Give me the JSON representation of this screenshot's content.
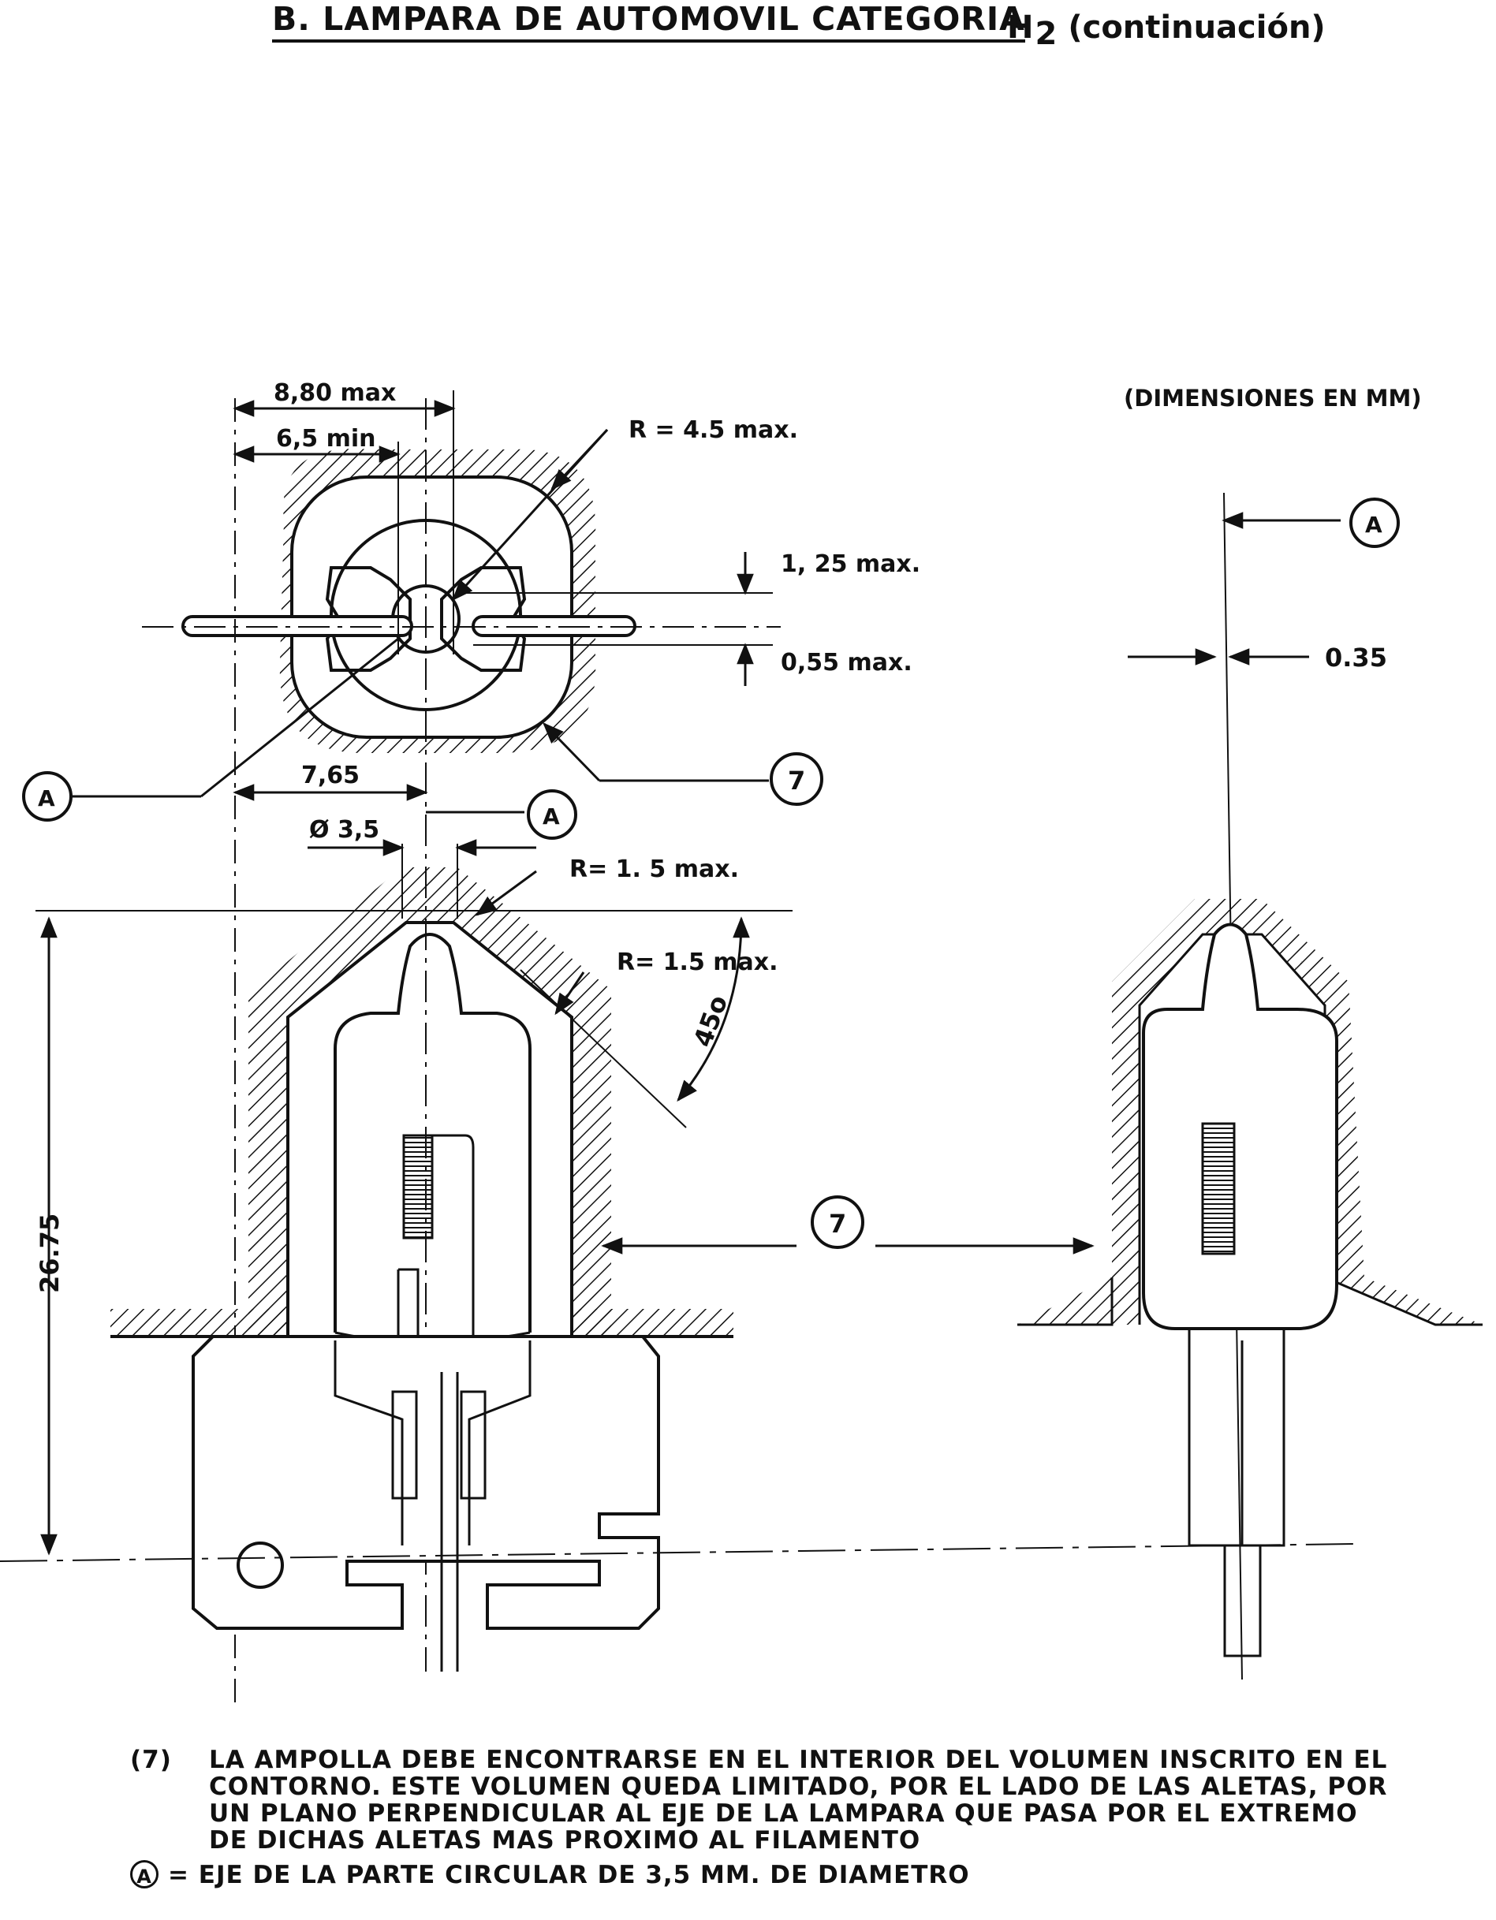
{
  "header": {
    "title": "B. LAMPARA DE AUTOMOVIL CATEGORIA",
    "title_symbol": "H",
    "title_subscript": "2",
    "title_suffix": "(continuación)"
  },
  "drawing": {
    "units_note": "(DIMENSIONES EN MM)",
    "dims": {
      "w_880": "8,80 max",
      "w_65": "6,5 min",
      "r45": "R = 4.5 max.",
      "d125": "1, 25 max.",
      "d055": "0,55 max.",
      "d765": "7,65",
      "dia35": "Ø 3,5",
      "r15a": "R= 1. 5 max.",
      "r15b": "R= 1.5 max.",
      "ang45": "45o",
      "h2675": "26.75",
      "d035": "0.35"
    },
    "callouts": {
      "A": "A",
      "seven": "7"
    }
  },
  "notes": {
    "note7_num": "(7)",
    "note7_lines": [
      "LA AMPOLLA DEBE ENCONTRARSE EN EL INTERIOR DEL VOLUMEN INSCRITO EN EL",
      "CONTORNO. ESTE VOLUMEN QUEDA LIMITADO, POR EL LADO DE LAS ALETAS, POR",
      "UN PLANO PERPENDICULAR AL EJE DE LA LAMPARA QUE PASA POR EL EXTREMO",
      "DE DICHAS ALETAS MAS PROXIMO AL FILAMENTO"
    ],
    "legend_symbol": "A",
    "legend_text": "= EJE DE LA PARTE CIRCULAR DE 3,5 MM. DE DIAMETRO"
  }
}
